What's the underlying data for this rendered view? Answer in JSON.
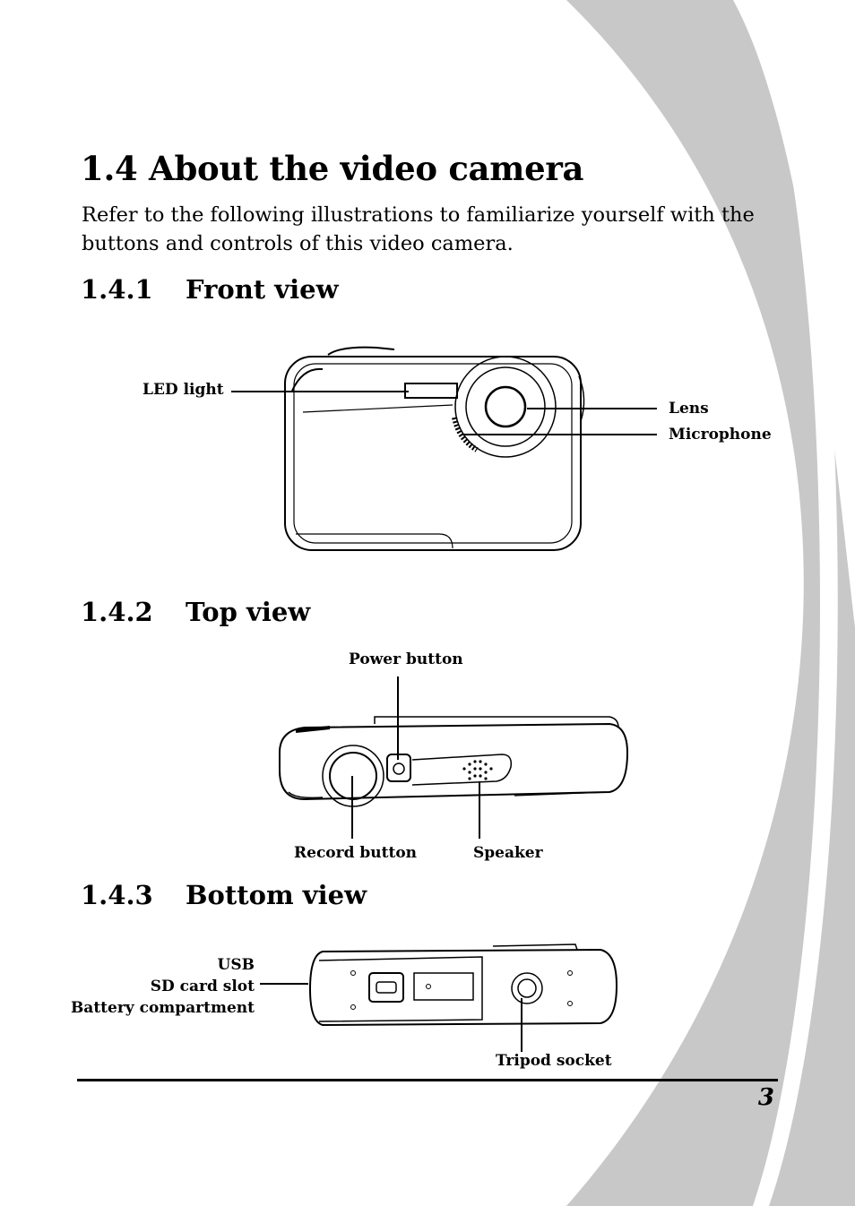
{
  "heading": "1.4 About the video camera",
  "intro": "Refer to the following illustrations to familiarize yourself with the buttons and controls of this video camera.",
  "sections": [
    {
      "number": "1.4.1",
      "title": "Front view"
    },
    {
      "number": "1.4.2",
      "title": "Top view"
    },
    {
      "number": "1.4.3",
      "title": "Bottom view"
    }
  ],
  "front_labels": {
    "led": "LED light",
    "lens": "Lens",
    "mic": "Microphone"
  },
  "top_labels": {
    "power": "Power button",
    "record": "Record button",
    "speaker": "Speaker"
  },
  "bottom_labels": {
    "usb": "USB",
    "sd": "SD card slot",
    "battery": "Battery compartment",
    "tripod": "Tripod socket"
  },
  "page_number": "3"
}
